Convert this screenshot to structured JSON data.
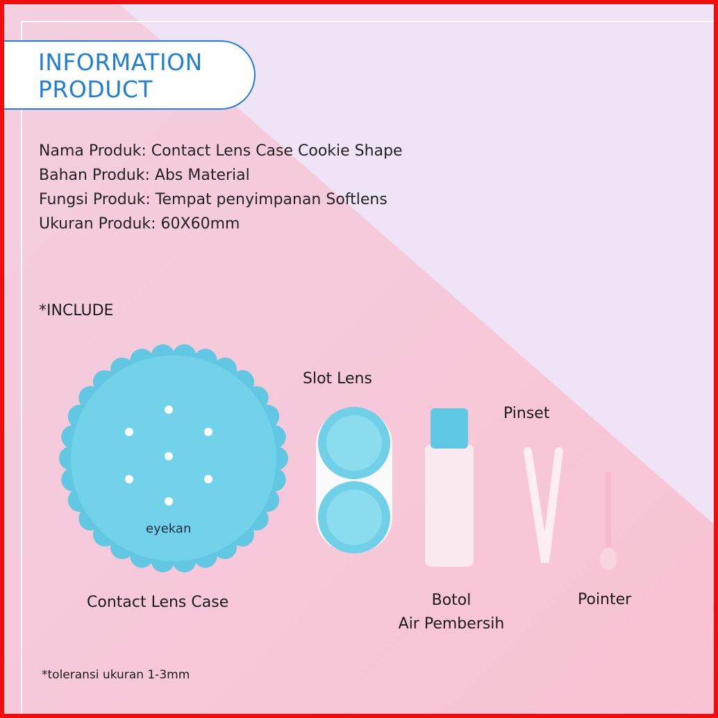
{
  "banner": {
    "line1": "INFORMATION",
    "line2": "PRODUCT"
  },
  "info": [
    "Nama Produk: Contact Lens Case Cookie Shape",
    "Bahan Produk: Abs Material",
    "Fungsi Produk: Tempat penyimpanan Softlens",
    "Ukuran Produk: 60X60mm"
  ],
  "include_label": "*INCLUDE",
  "items": {
    "case": "Contact Lens Case",
    "slot": "Slot Lens",
    "bottle_1": "Botol",
    "bottle_2": "Air Pembersih",
    "pinset": "Pinset",
    "pointer": "Pointer"
  },
  "brand": "eyekan",
  "footnote": "*toleransi ukuran 1-3mm",
  "colors": {
    "border": "#f20d0d",
    "accent": "#1f7fd6",
    "product": "#6fd0e8",
    "background": "#f6c9d6"
  }
}
